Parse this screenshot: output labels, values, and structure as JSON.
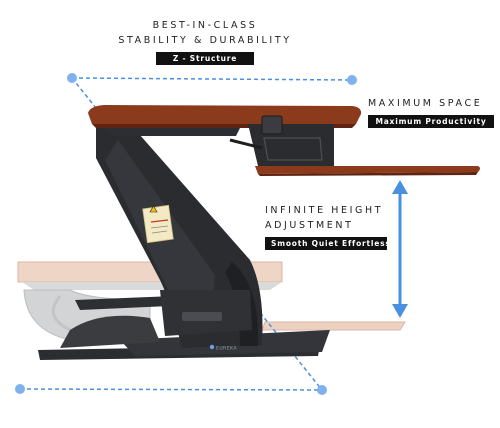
{
  "captions": {
    "top": {
      "heading_line1": "BEST-IN-CLASS",
      "heading_line2": "STABILITY & DURABILITY",
      "badge": "Z - Structure"
    },
    "right": {
      "heading": "MAXIMUM SPACE",
      "badge": "Maximum Productivity"
    },
    "middle": {
      "heading_line1": "INFINITE HEIGHT",
      "heading_line2": "ADJUSTMENT",
      "badge": "Smooth Quiet Effortless"
    }
  },
  "product": {
    "brand_mark": "EUREKA"
  },
  "colors": {
    "accent_blue": "#4a8fe0",
    "desk_wood": "#8b3a1c",
    "frame_black": "#222428",
    "ghost_wood": "#e7c9b8",
    "ghost_frame": "#c9cbcd"
  }
}
